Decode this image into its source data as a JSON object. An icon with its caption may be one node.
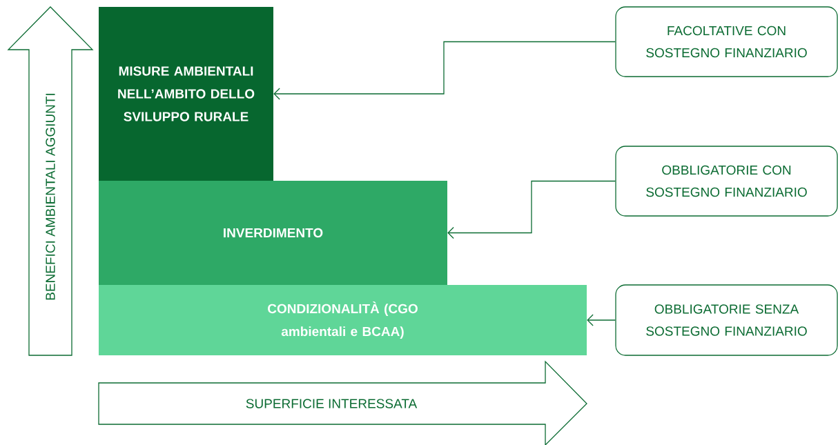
{
  "diagram": {
    "nodes": [
      {
        "text": [
          "MISURE AMBIENTALI NELL’AMBITO DELLO SVILUPPO RURALE"
        ]
      },
      {
        "text": [
          "INVERDIMENTO"
        ]
      },
      {
        "text": [
          "CONDIZIONALITÀ (CGO ambientali e BCAA)"
        ]
      },
      {
        "text": [
          "FACOLTATIVE CON SOSTEGNO FINANZIARIO"
        ]
      },
      {
        "text": [
          "OBBLIGATORIE CON SOSTEGNO FINANZIARIO"
        ]
      },
      {
        "text": [
          "OBBLIGATORIE SENZA SOSTEGNO FINANZIARIO"
        ]
      },
      {
        "text": [
          "BENEFICI AMBIENTALI AGGIUNTI"
        ]
      },
      {
        "text": [
          "SUPERFICIE INTERESSATA"
        ]
      }
    ],
    "edges": [
      {
        "from": 3,
        "to": 0,
        "arrow": "to"
      },
      {
        "from": 4,
        "to": 1,
        "arrow": "to"
      },
      {
        "from": 5,
        "to": 2,
        "arrow": "to"
      }
    ]
  }
}
